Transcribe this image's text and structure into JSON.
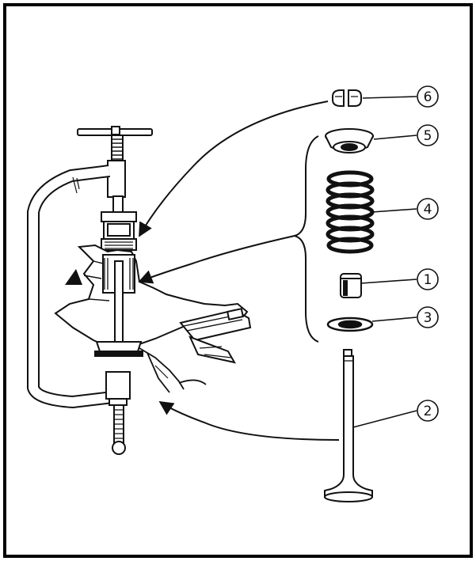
{
  "callouts": [
    {
      "id": "6",
      "label": "6"
    },
    {
      "id": "5",
      "label": "5"
    },
    {
      "id": "4",
      "label": "4"
    },
    {
      "id": "1",
      "label": "1"
    },
    {
      "id": "3",
      "label": "3"
    },
    {
      "id": "2",
      "label": "2"
    }
  ],
  "colors": {
    "ink": "#111111",
    "paper": "#ffffff",
    "frame": "#000000"
  },
  "icons": [
    "valve-spring-compressor",
    "cylinder-head-section",
    "valve-collet",
    "spring-retainer",
    "valve-spring",
    "valve-stem-seal",
    "spring-seat",
    "valve"
  ]
}
